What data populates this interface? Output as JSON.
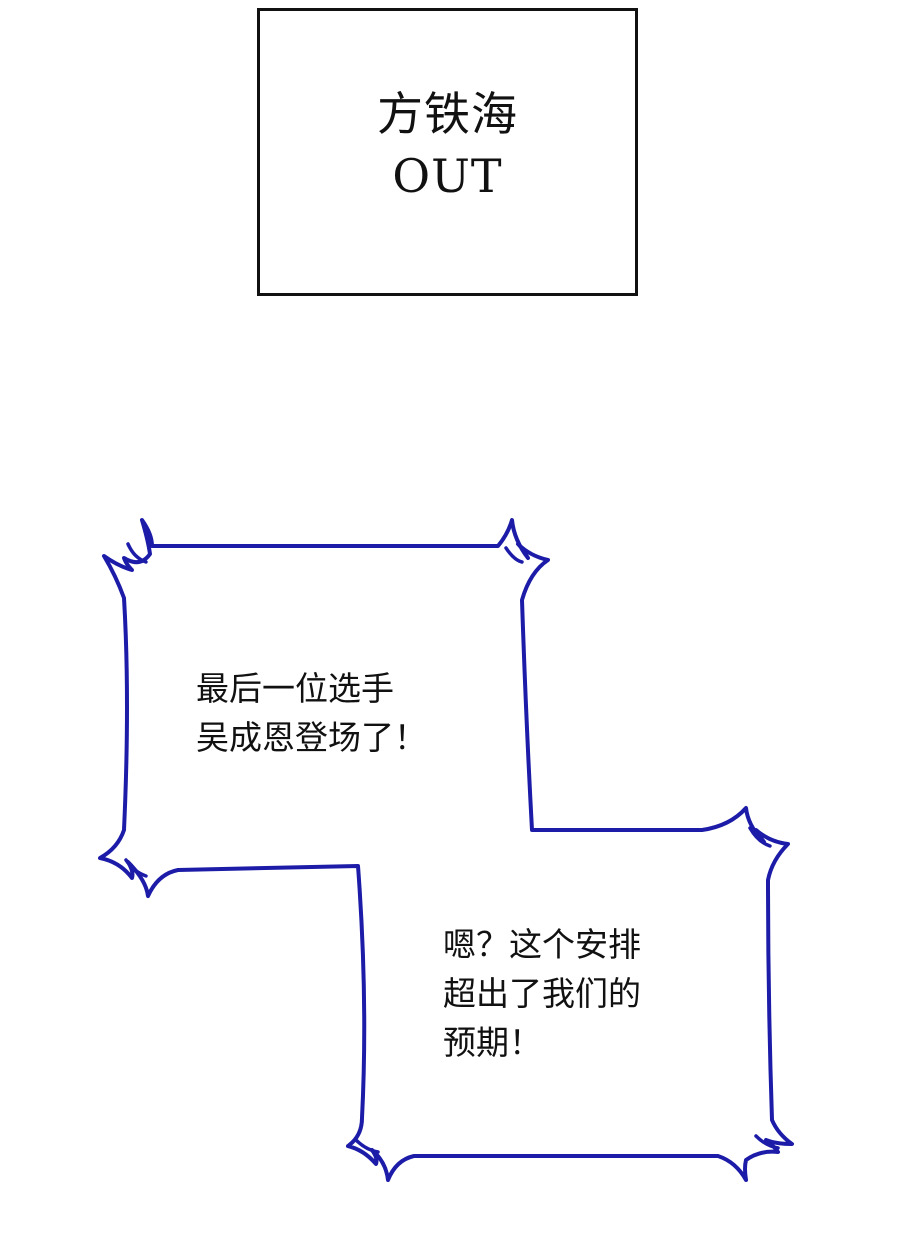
{
  "caption": {
    "lines": [
      "方铁海",
      "OUT"
    ]
  },
  "bubble_1": {
    "lines": [
      "最后一位选手",
      "吴成恩登场了！"
    ]
  },
  "bubble_2": {
    "lines": [
      "嗯？这个安排",
      "超出了我们的",
      "预期！"
    ]
  },
  "colors": {
    "bubble_outline": "#1c1ca8",
    "caption_border": "#111111",
    "text": "#111111",
    "background": "#ffffff"
  }
}
